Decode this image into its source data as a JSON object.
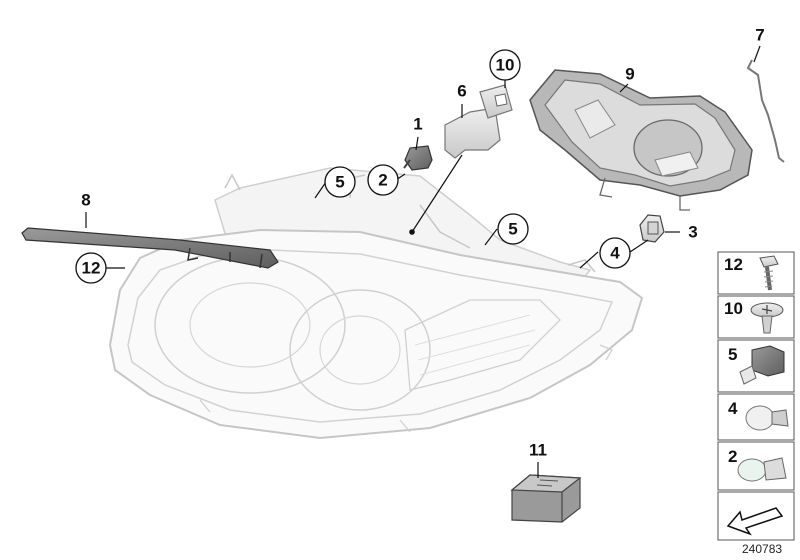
{
  "diagram": {
    "reference_number": "240783",
    "callouts": [
      {
        "id": "c1",
        "label": "1",
        "circled": false
      },
      {
        "id": "c2",
        "label": "2",
        "circled": true
      },
      {
        "id": "c3",
        "label": "3",
        "circled": false
      },
      {
        "id": "c4",
        "label": "4",
        "circled": true
      },
      {
        "id": "c5a",
        "label": "5",
        "circled": true
      },
      {
        "id": "c5b",
        "label": "5",
        "circled": true
      },
      {
        "id": "c6",
        "label": "6",
        "circled": false
      },
      {
        "id": "c7",
        "label": "7",
        "circled": false
      },
      {
        "id": "c8",
        "label": "8",
        "circled": false
      },
      {
        "id": "c9",
        "label": "9",
        "circled": false
      },
      {
        "id": "c10",
        "label": "10",
        "circled": true
      },
      {
        "id": "c11",
        "label": "11",
        "circled": false
      },
      {
        "id": "c12",
        "label": "12",
        "circled": true
      }
    ],
    "legend": [
      {
        "label": "12",
        "icon": "screw-icon"
      },
      {
        "label": "10",
        "icon": "expanding-rivet-icon"
      },
      {
        "label": "5",
        "icon": "bulb-socket-icon"
      },
      {
        "label": "4",
        "icon": "indicator-bulb-icon"
      },
      {
        "label": "2",
        "icon": "wedge-bulb-icon"
      }
    ],
    "colors": {
      "part_fill": "#e4e4e4",
      "part_stroke": "#9a9a9a",
      "ghost_stroke": "#c8c8c8",
      "ink": "#111111"
    }
  }
}
